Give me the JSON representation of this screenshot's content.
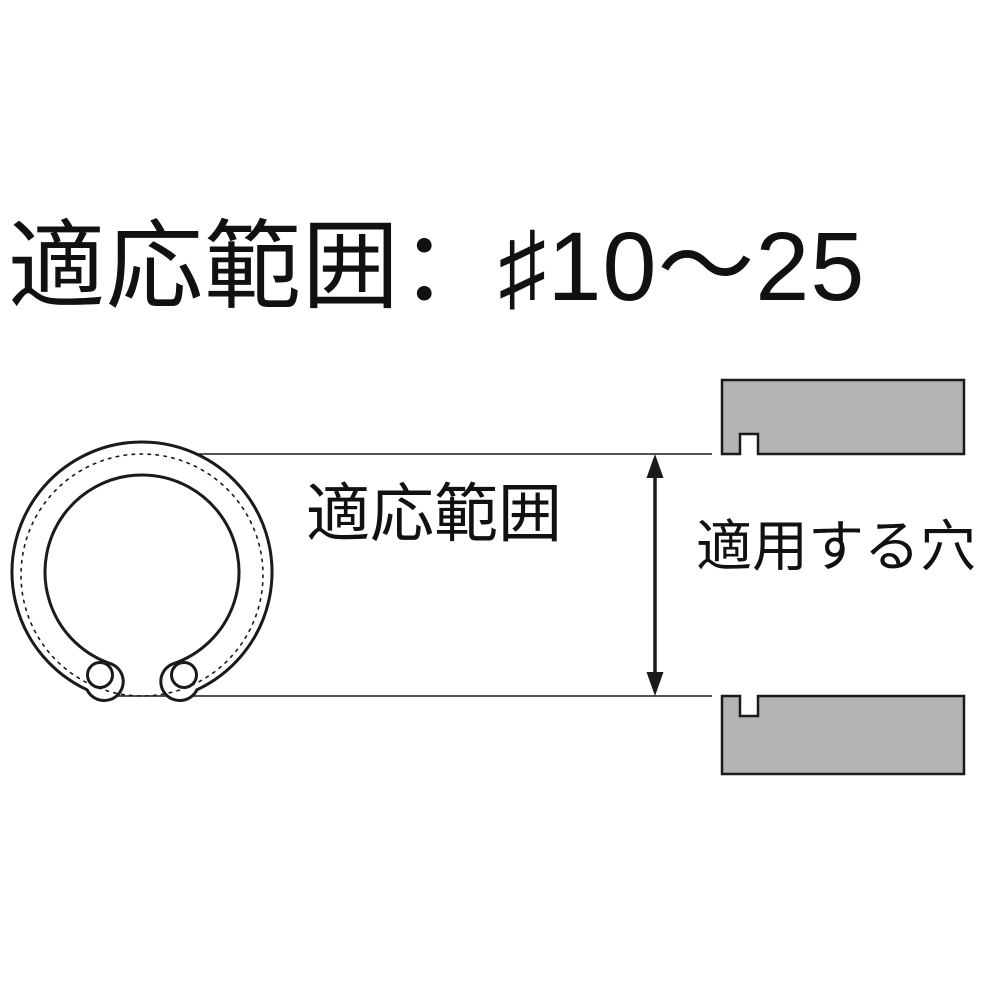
{
  "title": "適応範囲：♯10～25",
  "diagram": {
    "range_label": "適応範囲",
    "hole_label": "適用する穴"
  },
  "colors": {
    "background": "#ffffff",
    "block_fill": "#b3b3b3",
    "line": "#1a1a1a",
    "text": "#111111"
  }
}
